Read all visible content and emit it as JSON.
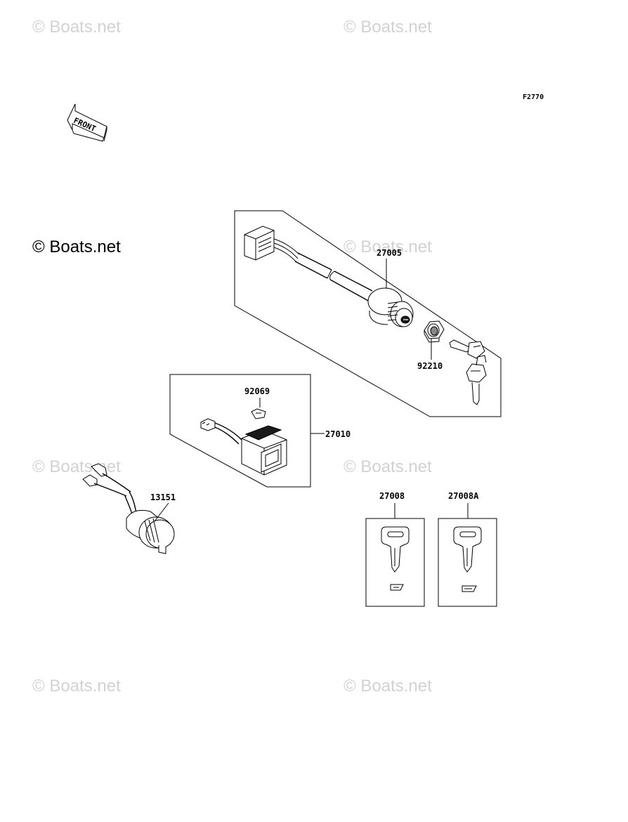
{
  "watermarks": [
    "© Boats.net",
    "© Boats.net",
    "© Boats.net",
    "© Boats.net",
    "© Boats.net",
    "© Boats.net",
    "© Boats.net"
  ],
  "brand_watermark": "© Boats.net",
  "figure_code": "F2770",
  "front_indicator": "FRONT",
  "parts": {
    "ignition_switch": "27005",
    "nut": "92210",
    "push_switch": "27010",
    "clip": "92069",
    "buzzer": "13151",
    "key_blank": "27008",
    "key_blank_alt": "27008A"
  },
  "colors": {
    "line": "#000000",
    "watermark": "#d2d2d2",
    "background": "#ffffff"
  }
}
